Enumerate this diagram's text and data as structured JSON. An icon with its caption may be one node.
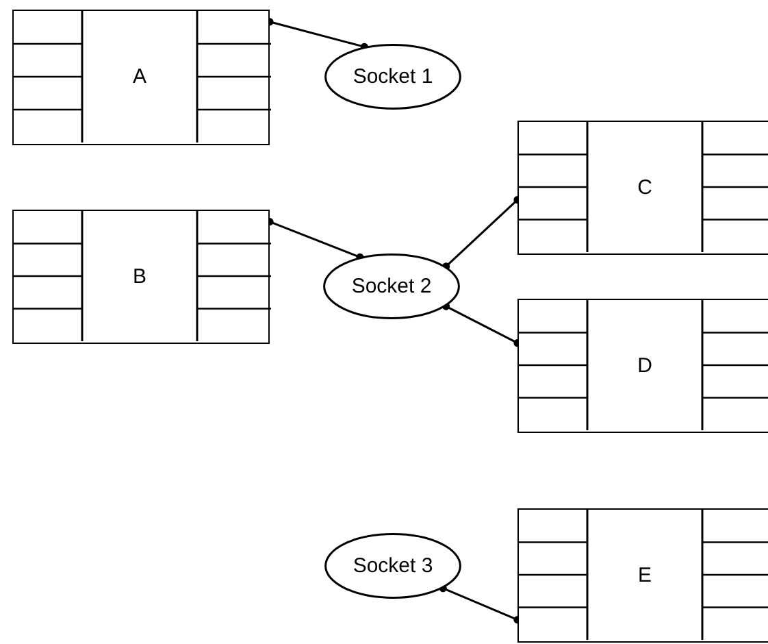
{
  "diagram": {
    "nodes": [
      {
        "text": [
          "A"
        ]
      },
      {
        "text": [
          "Socket 1"
        ]
      },
      {
        "text": [
          "B"
        ]
      },
      {
        "text": [
          "Socket 2"
        ]
      },
      {
        "text": [
          "C"
        ]
      },
      {
        "text": [
          "D"
        ]
      },
      {
        "text": [
          "Socket 3"
        ]
      },
      {
        "text": [
          "E"
        ]
      }
    ],
    "edges": [
      {
        "from": 0,
        "to": 1,
        "arrow": "other"
      },
      {
        "from": 2,
        "to": 3,
        "arrow": "other"
      },
      {
        "from": 3,
        "to": 4,
        "arrow": "other"
      },
      {
        "from": 3,
        "to": 5,
        "arrow": "other"
      },
      {
        "from": 6,
        "to": 7,
        "arrow": "other"
      }
    ]
  }
}
